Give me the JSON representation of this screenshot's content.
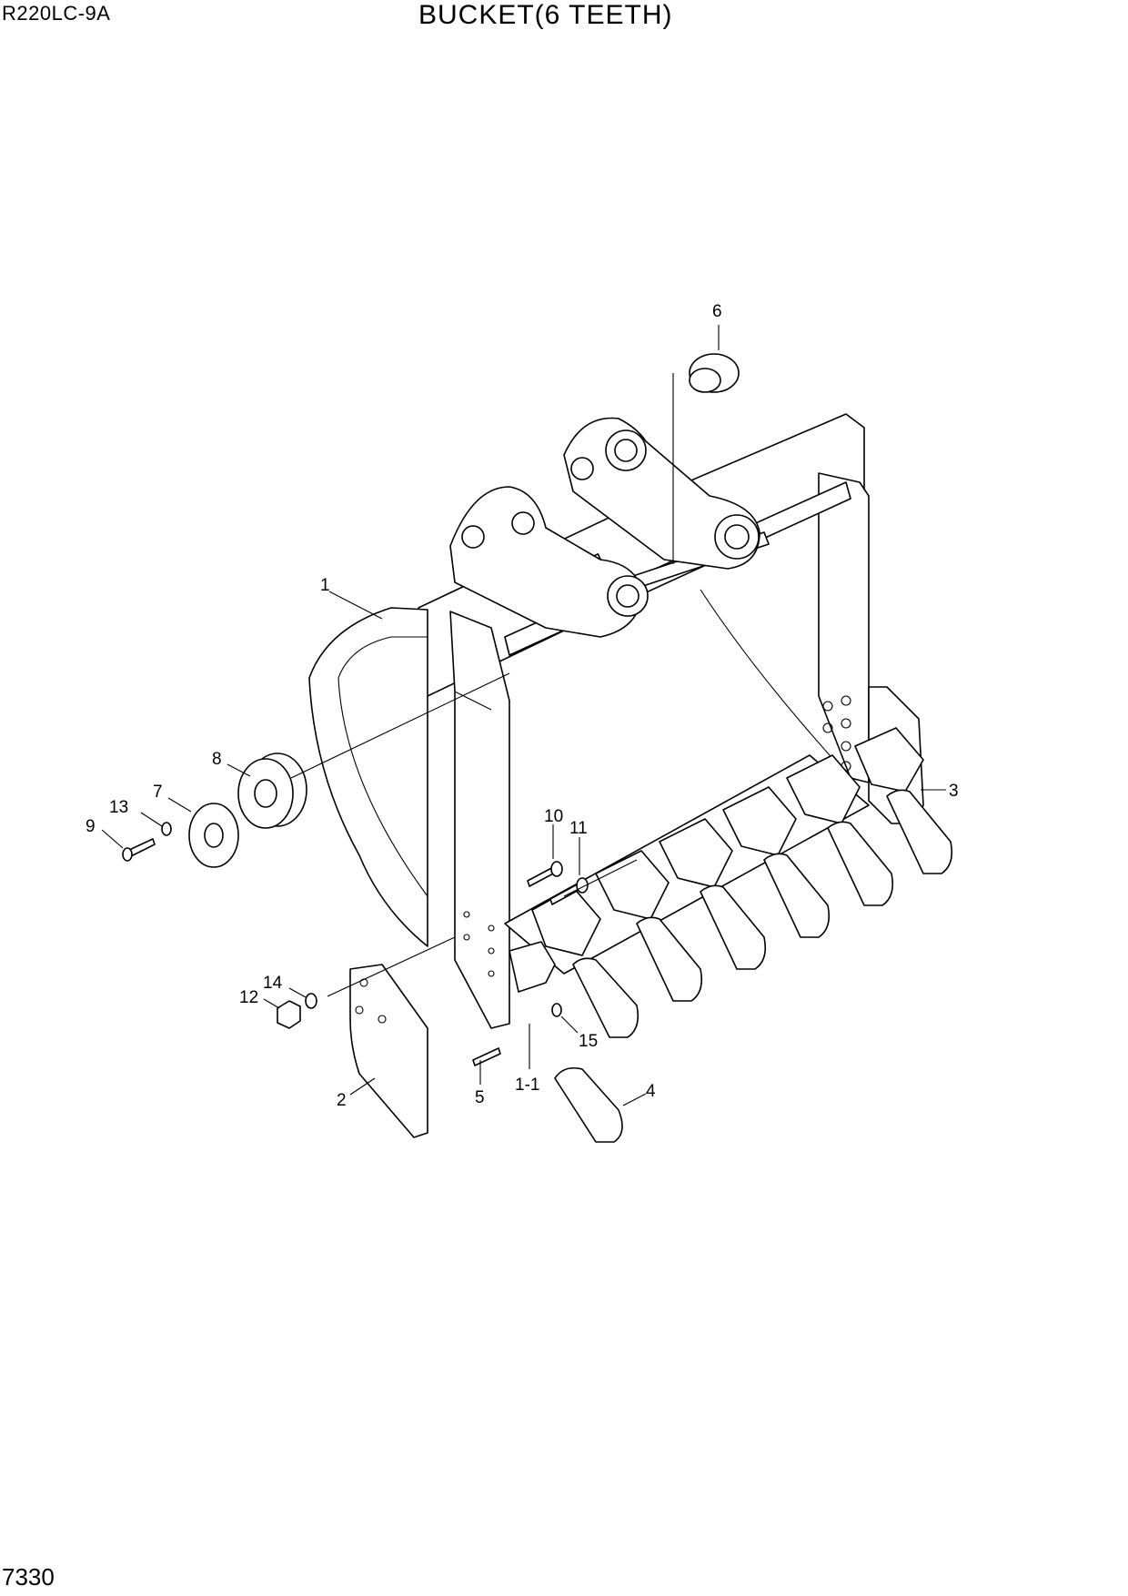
{
  "header": {
    "model": "R220LC-9A",
    "title": "BUCKET(6 TEETH)"
  },
  "footer": {
    "page_number": "7330"
  },
  "callouts": [
    "1",
    "1-1",
    "2",
    "3",
    "4",
    "5",
    "6",
    "7",
    "8",
    "9",
    "10",
    "11",
    "12",
    "13",
    "14",
    "15"
  ]
}
